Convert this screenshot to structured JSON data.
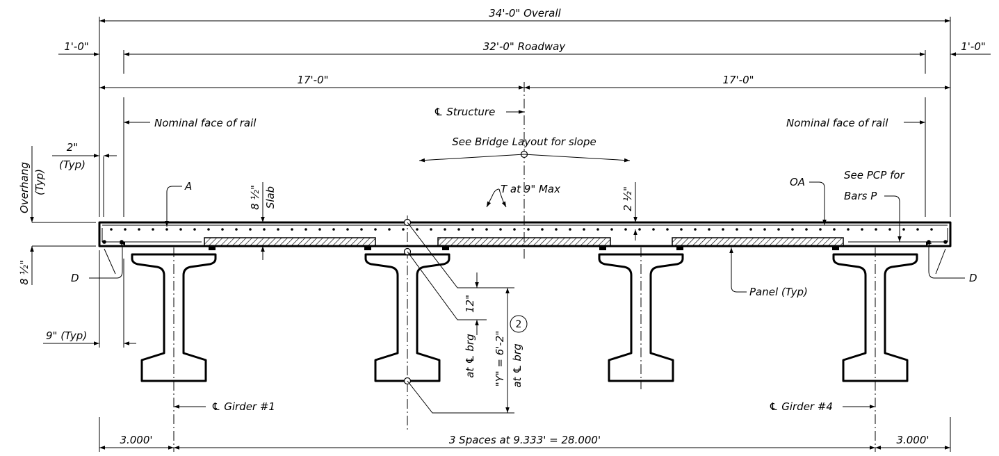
{
  "dimensions": {
    "overall": "34'-0\" Overall",
    "roadway": "32'-0\" Roadway",
    "left_edge": "1'-0\"",
    "right_edge": "1'-0\"",
    "left_half": "17'-0\"",
    "right_half": "17'-0\"",
    "left_overhang": "3.000'",
    "spaces": "3 Spaces at 9.333' = 28.000'",
    "right_overhang": "3.000'"
  },
  "labels": {
    "cl_structure": "℄ Structure",
    "face_rail_left": "Nominal face of rail",
    "face_rail_right": "Nominal face of rail",
    "slope": "See Bridge Layout for slope",
    "two_in": "2\"",
    "typ_paren": "(Typ)",
    "overhang": "Overhang",
    "overhang_typ": "(Typ)",
    "bar_a": "A",
    "slab_thickness": "8 ½\"",
    "slab": "Slab",
    "bar_t": "T at 9\" Max",
    "cover": "2 ½\"",
    "bar_oa": "OA",
    "pcp_line1": "See PCP for",
    "pcp_line2": "Bars P",
    "haunch": "8 ½\"",
    "bar_d_left": "D",
    "bar_d_right": "D",
    "panel": "Panel (Typ)",
    "nine_in": "9\" (Typ)",
    "twelve_in": "12\"",
    "at_cl_brg": "at ℄ brg",
    "y_value": "\"Y\" = 6'-2\"",
    "at_cl_brg_2": "at ℄ brg",
    "note_number": "2",
    "cl_girder_1": "℄ Girder #1",
    "cl_girder_4": "℄ Girder #4"
  }
}
